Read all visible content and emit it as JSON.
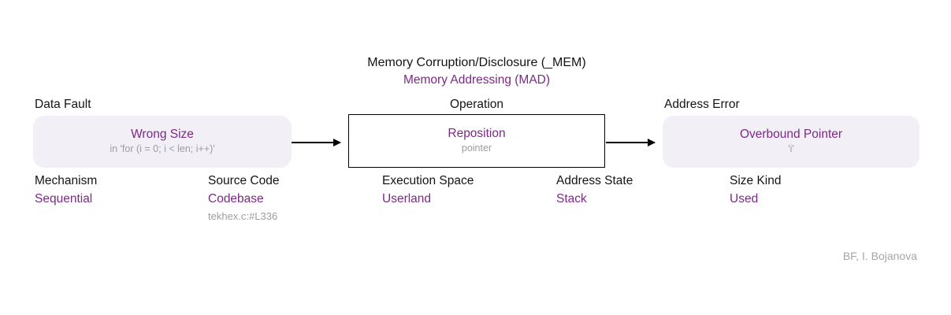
{
  "colors": {
    "accent_purple": "#7a2a85",
    "text_black": "#141414",
    "muted_gray": "#9d9da1",
    "soft_box_fill": "#f2eff7",
    "attribution_gray": "#a6a6a6",
    "arrow_black": "#000000"
  },
  "title": {
    "line1": "Memory Corruption/Disclosure (_MEM)",
    "line2": "Memory Addressing (MAD)"
  },
  "flow": {
    "cause": {
      "label": "Data Fault",
      "value": "Wrong Size",
      "detail": "in 'for (i = 0; i < len; i++)'"
    },
    "operation": {
      "label": "Operation",
      "value": "Reposition",
      "detail": "pointer"
    },
    "consequence": {
      "label": "Address Error",
      "value": "Overbound Pointer",
      "detail": "'i'"
    }
  },
  "attributes": [
    {
      "label": "Mechanism",
      "value": "Sequential",
      "note": ""
    },
    {
      "label": "Source Code",
      "value": "Codebase",
      "note": "tekhex.c:#L336"
    },
    {
      "label": "Execution Space",
      "value": "Userland",
      "note": ""
    },
    {
      "label": "Address State",
      "value": "Stack",
      "note": ""
    },
    {
      "label": "Size Kind",
      "value": "Used",
      "note": ""
    }
  ],
  "attribution": "BF, I. Bojanova"
}
